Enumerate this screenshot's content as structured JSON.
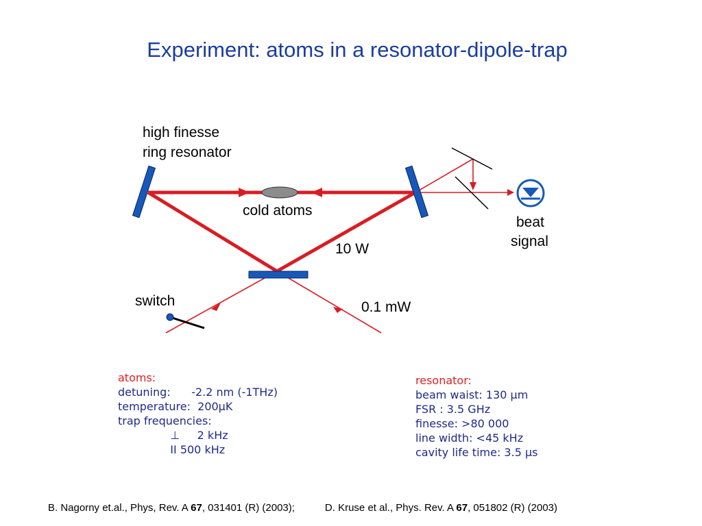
{
  "title": "Experiment: atoms in a resonator-dipole-trap",
  "diagram": {
    "resonator_label_line1": "high finesse",
    "resonator_label_line2": "ring resonator",
    "cold_atoms": "cold atoms",
    "power_cavity": "10 W",
    "power_probe": "0.1 mW",
    "switch": "switch",
    "beat_line1": "beat",
    "beat_line2": "signal",
    "colors": {
      "beam": "#d91c24",
      "mirror": "#1758b8",
      "atoms": "#8c8c8c",
      "detector": "#1758b8"
    }
  },
  "atoms": {
    "heading": "atoms:",
    "rows": [
      "detuning:      -2.2 nm (-1THz)",
      "temperature:  200µK",
      "trap frequencies:",
      "               ⊥     2 kHz",
      "               II 500 kHz"
    ]
  },
  "resonator": {
    "heading": "resonator:",
    "rows": [
      "beam waist: 130 µm",
      "FSR : 3.5 GHz",
      "finesse: >80 000",
      "line width: <45 kHz",
      "cavity life time: 3.5 µs"
    ]
  },
  "references": {
    "ref1_a": "B. Nagorny et.al.,  Phys, Rev. A ",
    "ref1_vol": "67",
    "ref1_b": ", 031401 (R) (2003);",
    "ref2_a": "D. Kruse et al., Phys. Rev. A ",
    "ref2_vol": "67",
    "ref2_b": ", 051802 (R) (2003)"
  }
}
